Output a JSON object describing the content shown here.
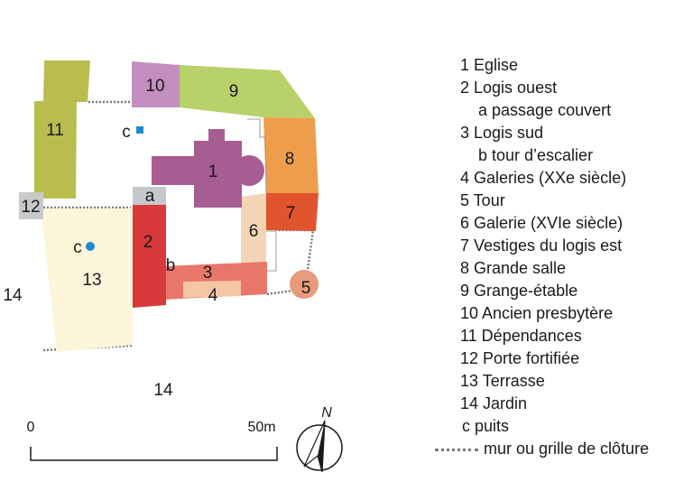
{
  "plan": {
    "labels": {
      "b1": "1",
      "b2": "2",
      "b3": "3",
      "b4": "4",
      "b5": "5",
      "b6": "6",
      "b7": "7",
      "b8": "8",
      "b9": "9",
      "b10": "10",
      "b11": "11",
      "b12": "12",
      "b13": "13",
      "ba": "a",
      "bb": "b",
      "c1": "c",
      "c2": "c",
      "j1": "14",
      "j2": "14"
    },
    "colors": {
      "eglise": "#a65d91",
      "logis_ouest": "#d8393a",
      "logis_sud": "#e8776a",
      "galeries": "#f5c6a3",
      "tour": "#e89a7c",
      "galerie_xvi": "#f3d5b5",
      "vestiges": "#e0542e",
      "grande_salle": "#ee9d4d",
      "grange": "#b8d16b",
      "presbytere": "#c28fbf",
      "dependances": "#b9bd4e",
      "porte": "#c9c9c9",
      "terrasse": "#fbf6da",
      "passage": "#c4c8cb",
      "puits": "#1e8bd1",
      "cloture": "#7a7a7a"
    }
  },
  "scale": {
    "start": "0",
    "end": "50m"
  },
  "compass": {
    "north": "N"
  },
  "legend": [
    "1 Eglise",
    "2 Logis ouest",
    "a passage couvert",
    "3 Logis sud",
    "b tour d’escalier",
    "4 Galeries (XXe siècle)",
    "5 Tour",
    "6 Galerie (XVIe siècle)",
    "7 Vestiges du logis est",
    "8 Grande salle",
    "9 Grange-étable",
    "10 Ancien presbytère",
    "11 Dépendances",
    "12 Porte fortifiée",
    "13 Terrasse",
    "14 Jardin",
    "c  puits",
    "mur ou grille de clôture"
  ]
}
